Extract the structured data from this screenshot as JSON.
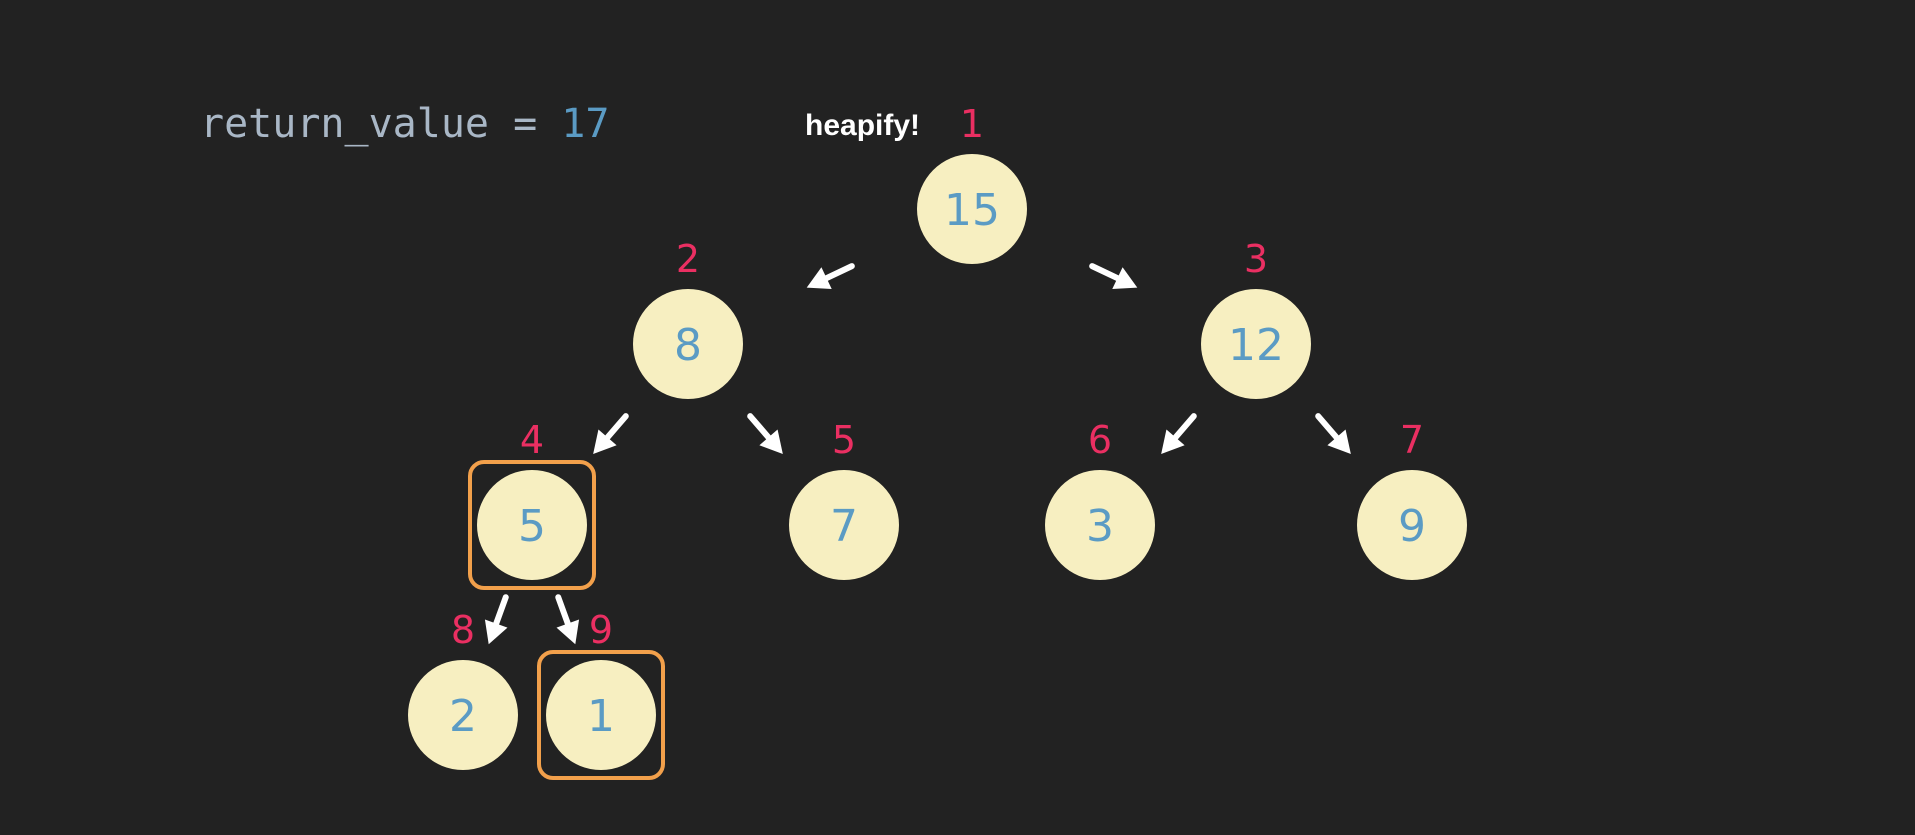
{
  "code": {
    "variable": "return_value",
    "operator": "=",
    "value": "17"
  },
  "operation_label": "heapify!",
  "colors": {
    "background": "#222222",
    "node_fill": "#f7efc1",
    "node_value": "#5b9bc4",
    "index_label": "#ea2f62",
    "highlight_box": "#f2a04b",
    "arrow": "#ffffff",
    "code_text": "#a9b7c6",
    "code_number": "#5b9bc4"
  },
  "heap": {
    "nodes": [
      {
        "index": "1",
        "value": "15",
        "highlighted": false
      },
      {
        "index": "2",
        "value": "8",
        "highlighted": false
      },
      {
        "index": "3",
        "value": "12",
        "highlighted": false
      },
      {
        "index": "4",
        "value": "5",
        "highlighted": true
      },
      {
        "index": "5",
        "value": "7",
        "highlighted": false
      },
      {
        "index": "6",
        "value": "3",
        "highlighted": false
      },
      {
        "index": "7",
        "value": "9",
        "highlighted": false
      },
      {
        "index": "8",
        "value": "2",
        "highlighted": false
      },
      {
        "index": "9",
        "value": "1",
        "highlighted": true
      }
    ],
    "edges": [
      {
        "from": "1",
        "to": "2"
      },
      {
        "from": "1",
        "to": "3"
      },
      {
        "from": "2",
        "to": "4"
      },
      {
        "from": "2",
        "to": "5"
      },
      {
        "from": "3",
        "to": "6"
      },
      {
        "from": "3",
        "to": "7"
      },
      {
        "from": "4",
        "to": "8"
      },
      {
        "from": "4",
        "to": "9"
      }
    ]
  }
}
